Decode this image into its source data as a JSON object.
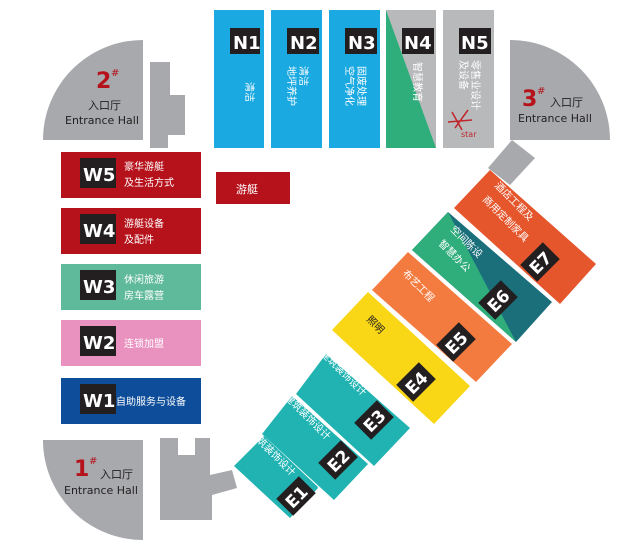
{
  "colors": {
    "hall_gray": "#a7a9ac",
    "red": "#b5121b",
    "teal_light": "#5fb99b",
    "pink": "#e992c0",
    "navy": "#0d4d99",
    "blue": "#1ba9e1",
    "green": "#2fae7c",
    "silver": "#b8b9bb",
    "teal": "#21b3b2",
    "yellow": "#f9d616",
    "orange": "#f47b3f",
    "orange_red": "#e5562d",
    "dark_teal": "#1a6f7a",
    "black": "#231f20"
  },
  "entrance_halls": {
    "h1": {
      "num": "1",
      "mark": "#",
      "cn": "入口厅",
      "en": "Entrance Hall"
    },
    "h2": {
      "num": "2",
      "mark": "#",
      "cn": "入口厅",
      "en": "Entrance Hall"
    },
    "h3": {
      "num": "3",
      "mark": "#",
      "cn": "入口厅",
      "en": "Entrance Hall"
    }
  },
  "halls_n": [
    {
      "code": "N1",
      "label": "清洁"
    },
    {
      "code": "N2",
      "label": "清洁\n地坪养护"
    },
    {
      "code": "N3",
      "label": "固废处理\n空气净化"
    },
    {
      "code": "N4",
      "label": "智慧教育"
    },
    {
      "code": "N5",
      "label": "零售业设计\n及设备",
      "logo_text": "star"
    }
  ],
  "halls_w": [
    {
      "code": "W5",
      "label1": "豪华游艇",
      "label2": "及生活方式"
    },
    {
      "code": "W4",
      "label1": "游艇设备",
      "label2": "及配件"
    },
    {
      "code": "W3",
      "label1": "休闲旅游",
      "label2": "房车露营"
    },
    {
      "code": "W2",
      "label1": "连锁加盟",
      "label2": ""
    },
    {
      "code": "W1",
      "label1": "自助服务与设备",
      "label2": ""
    }
  ],
  "yacht_label": "游艇",
  "halls_e": [
    {
      "code": "E1",
      "label": "建筑装饰设计"
    },
    {
      "code": "E2",
      "label": "建筑装饰设计"
    },
    {
      "code": "E3",
      "label": "建筑装饰设计"
    },
    {
      "code": "E4",
      "label": "照明"
    },
    {
      "code": "E5",
      "label": "布艺工程"
    },
    {
      "code": "E6",
      "label": "空间陈设",
      "label2": "智慧办公"
    },
    {
      "code": "E7",
      "label": "酒店工程及",
      "label2": "商用定制家具"
    }
  ]
}
